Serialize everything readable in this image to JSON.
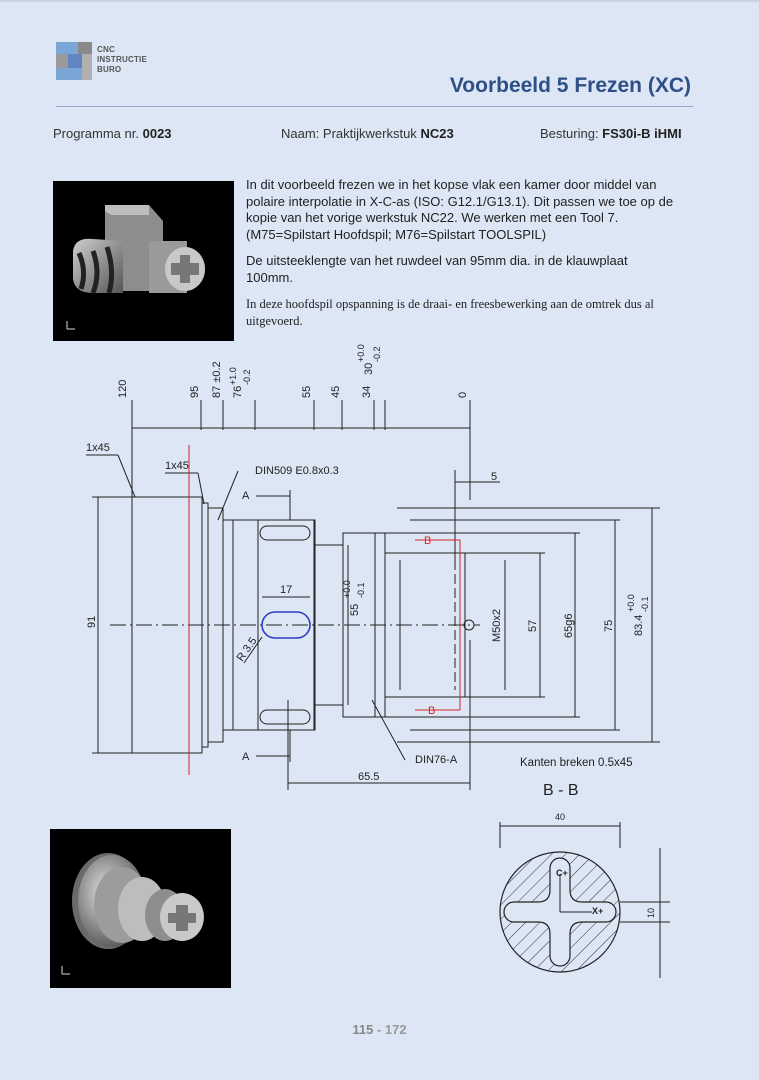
{
  "logo": {
    "line1": "CNC",
    "line2": "INSTRUCTIE",
    "line3": "BURO"
  },
  "page_title": "Voorbeeld 5 Frezen (XC)",
  "info": {
    "program_label": "Programma nr.",
    "program_value": "0023",
    "name_label": "Naam: Praktijkwerkstuk",
    "name_value": "NC23",
    "control_label": "Besturing:",
    "control_value": "FS30i-B iHMI"
  },
  "description": {
    "p1": "In dit voorbeeld frezen we in het kopse vlak een kamer door middel van polaire interpolatie in X-C-as (ISO: G12.1/G13.1). Dit passen we toe op de kopie van het vorige werkstuk NC22. We werken met een Tool 7. (M75=Spilstart Hoofdspil; M76=Spilstart TOOLSPIL)",
    "p2": "De uitsteeklengte van het ruwdeel van 95mm dia. in de klauwplaat 100mm.",
    "p3": "In deze hoofdspil opspanning is de draai- en freesbewerking aan de omtrek dus al uitgevoerd."
  },
  "drawing": {
    "top_dims": [
      "120",
      "95",
      "87 ±0.2",
      "76",
      "+1.0",
      "-0.2",
      "55",
      "45",
      "34",
      "30",
      "+0.0",
      "-0.2",
      "0"
    ],
    "chamfer_outer": "1x45",
    "chamfer_inner": "1x45",
    "undercut1": "DIN509 E0.8x0.3",
    "undercut2": "DIN76-A",
    "dim_5": "5",
    "dim_17": "17",
    "radius": "R 3.5",
    "dia_91": "91",
    "dia_55": "55",
    "dia_55_tol": [
      "+0.0",
      "-0.1"
    ],
    "thread": "M50x2",
    "dia_57": "57",
    "dia_65": "65g6",
    "dia_75": "75",
    "dia_83": "83.4",
    "dia_83_tol": [
      "+0.0",
      "-0.1"
    ],
    "dim_65_5": "65.5",
    "section_mark": "A",
    "section_mark_b": "B",
    "edges_note": "Kanten breken 0.5x45",
    "section_title": "B - B",
    "section_width": "40",
    "section_height": "10",
    "axis_c": "C+",
    "axis_x": "X+"
  },
  "footer": {
    "current": "115",
    "sep": " - ",
    "total": "172"
  }
}
